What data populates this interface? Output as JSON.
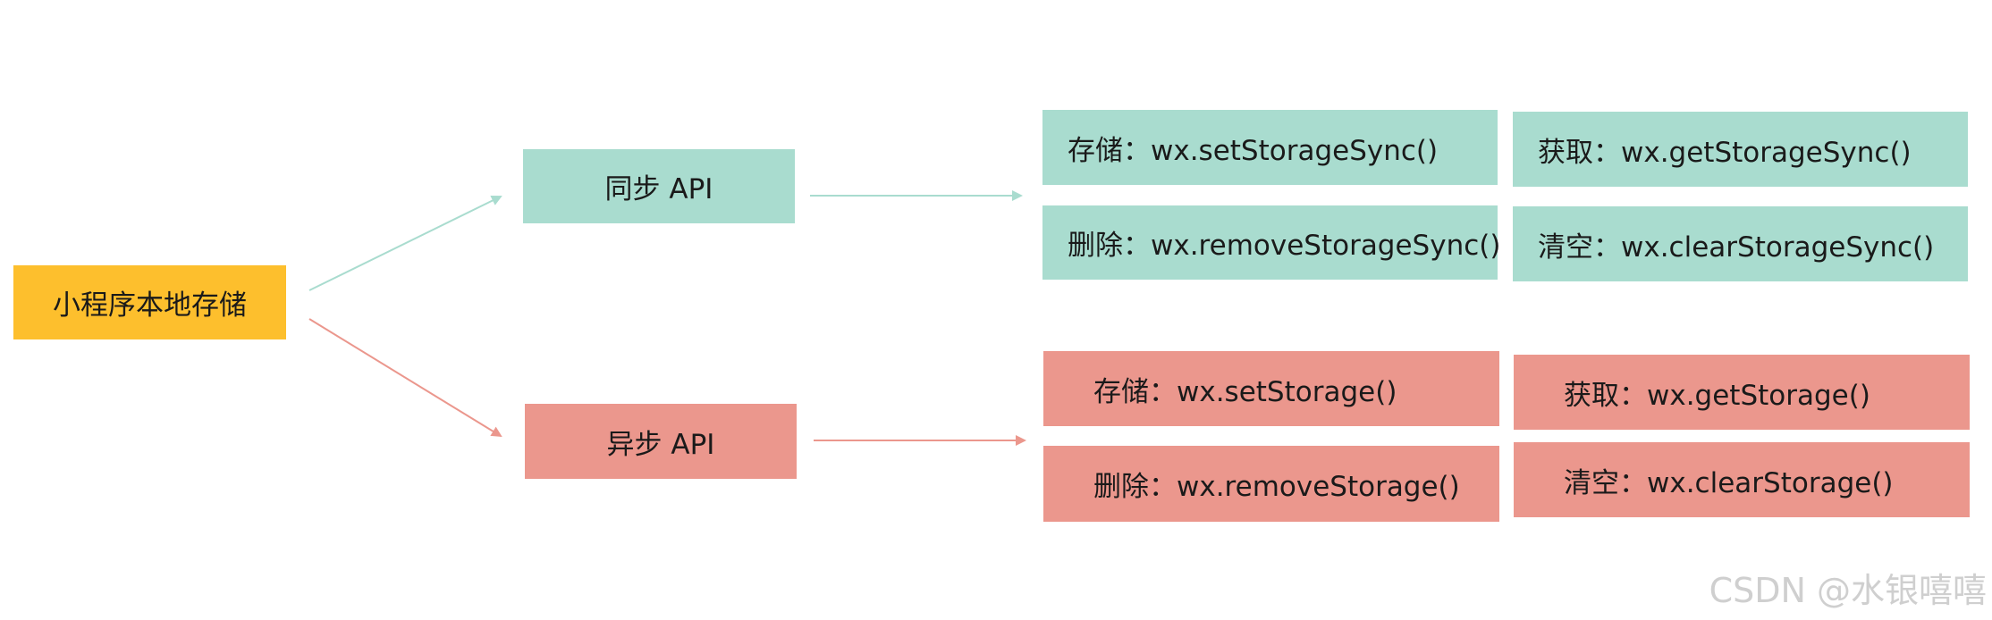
{
  "root": {
    "label": "小程序本地存储"
  },
  "sync": {
    "label": "同步 API",
    "methods": [
      "存储：wx.setStorageSync()",
      "获取：wx.getStorageSync()",
      "删除：wx.removeStorageSync()",
      "清空：wx.clearStorageSync()"
    ]
  },
  "async": {
    "label": "异步 API",
    "methods": [
      "存储：wx.setStorage()",
      "获取：wx.getStorage()",
      "删除：wx.removeStorage()",
      "清空：wx.clearStorage()"
    ]
  },
  "watermark": "CSDN @水银嘻嘻",
  "colors": {
    "root": "#FDBF2D",
    "sync": "#A9DCCF",
    "async": "#EB978D"
  }
}
